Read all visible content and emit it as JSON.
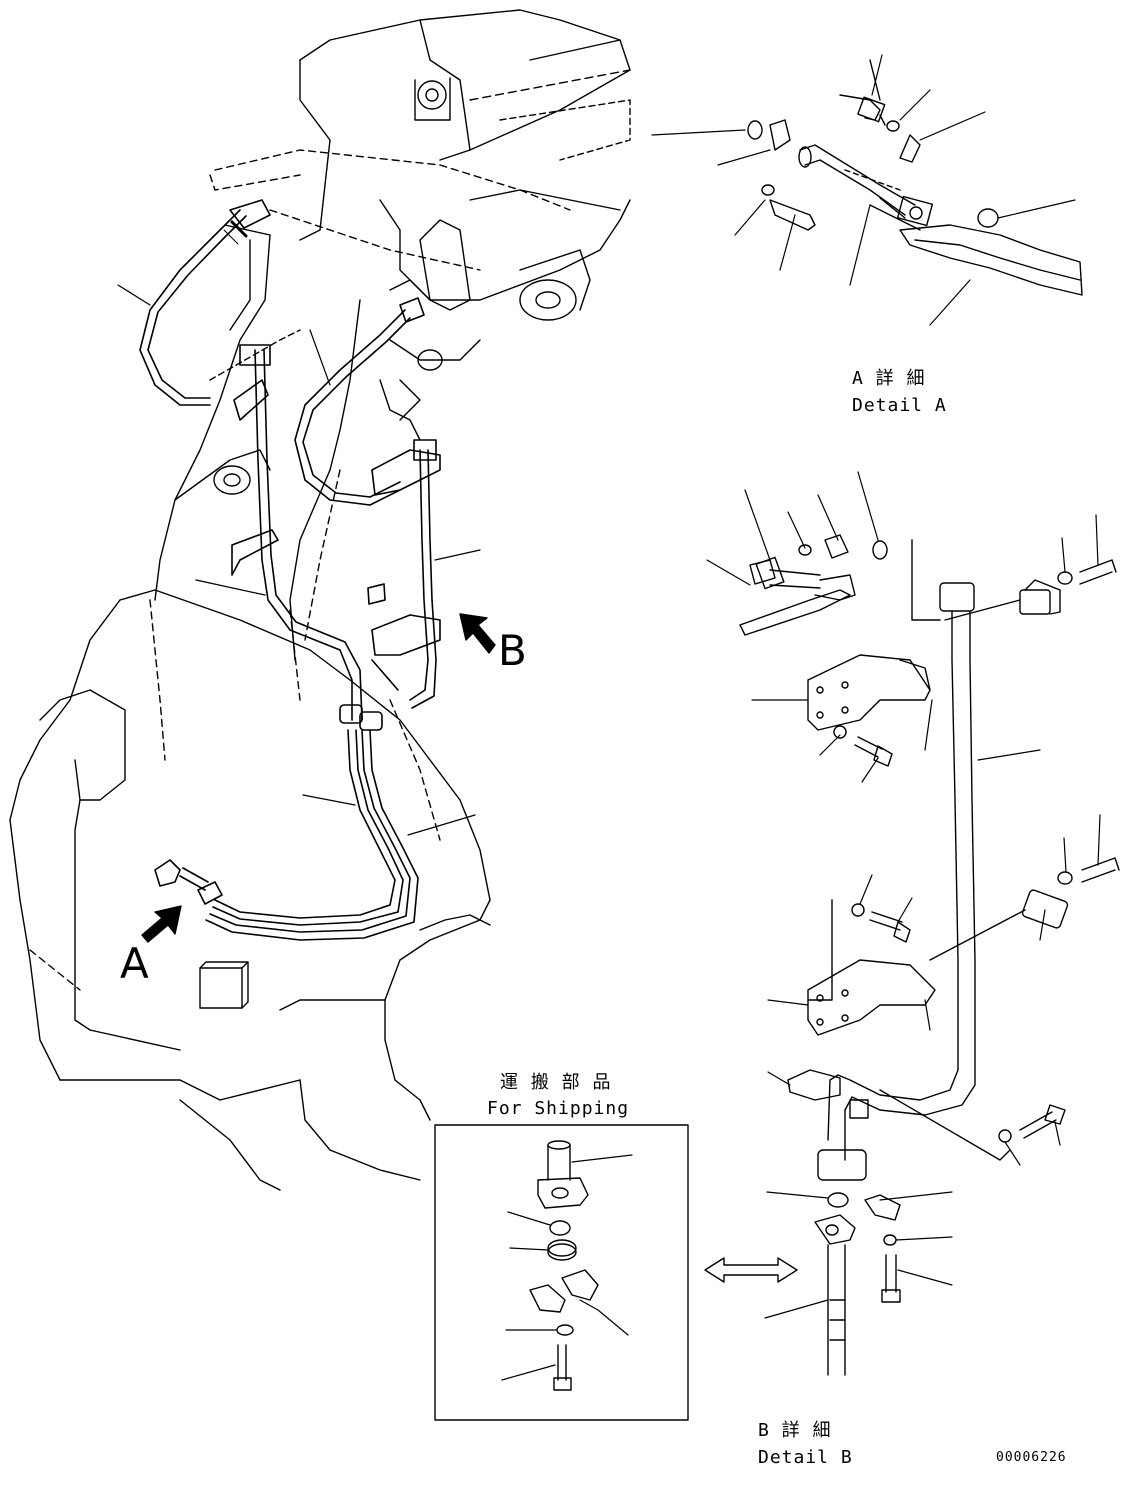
{
  "view_a": {
    "letter": "A"
  },
  "view_b": {
    "letter": "B"
  },
  "detail_a": {
    "title_jp": "A 詳 細",
    "title_en": "Detail A"
  },
  "detail_b": {
    "title_jp": "B 詳 細",
    "title_en": "Detail B"
  },
  "shipping": {
    "title_jp": "運 搬 部 品",
    "title_en": "For Shipping"
  },
  "drawing_code": "00006226",
  "colors": {
    "line": "#000000",
    "background": "#ffffff",
    "arrow_fill": "#000000"
  }
}
